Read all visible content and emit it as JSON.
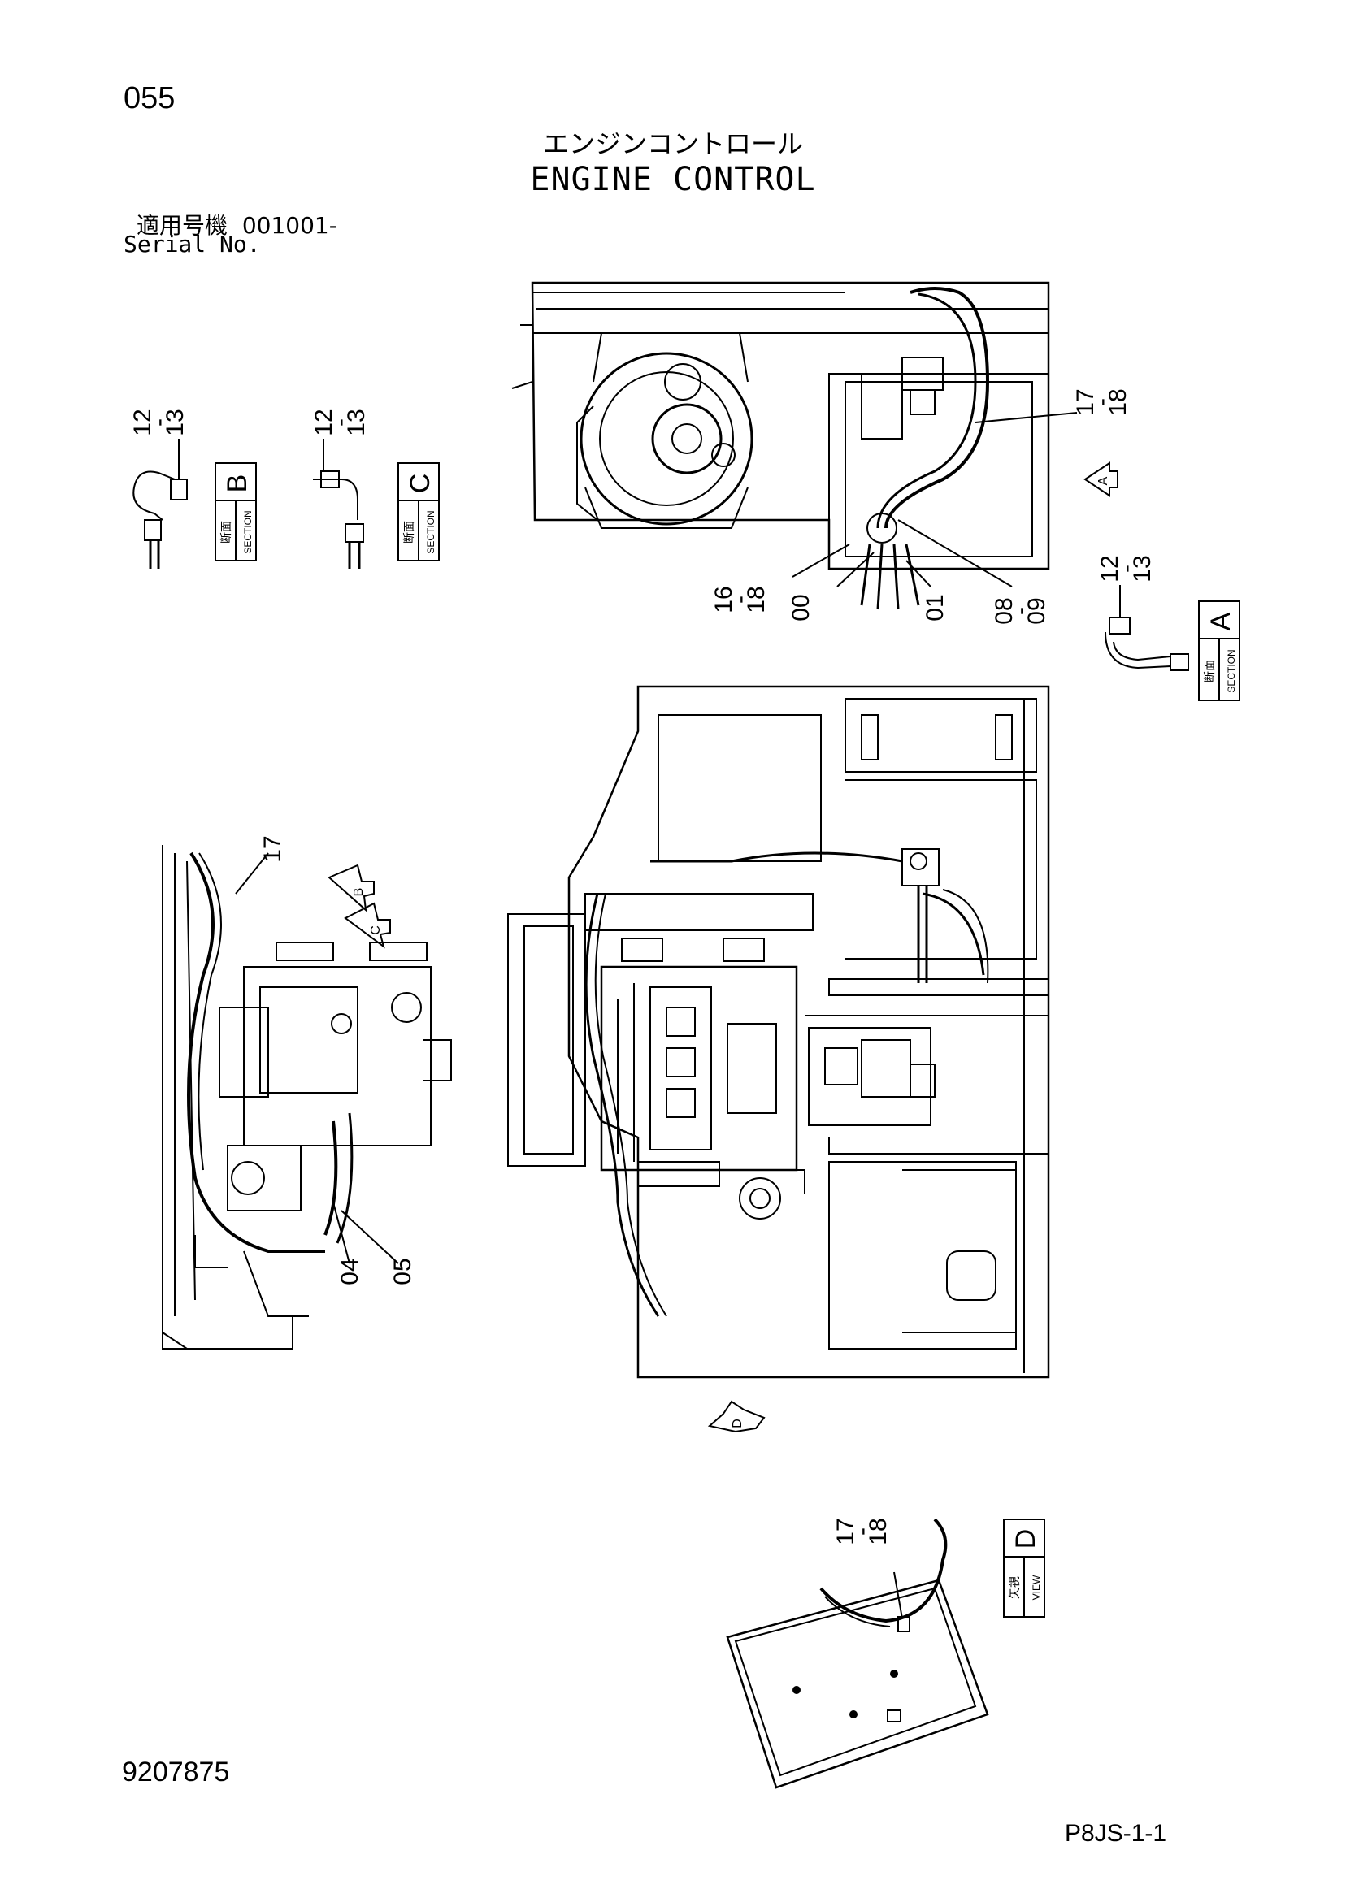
{
  "header": {
    "page_number": "055",
    "title_jp": "エンジンコントロール",
    "title_en": "ENGINE CONTROL",
    "serial_label_jp": "適用号機",
    "serial_value": "001001-",
    "serial_label_en": "Serial No."
  },
  "callouts": {
    "c12_13_b": [
      "12",
      "-",
      "13"
    ],
    "c12_13_c": [
      "12",
      "-",
      "13"
    ],
    "c17_18_top": [
      "17",
      "-",
      "18"
    ],
    "c16_18": [
      "16",
      "-",
      "18"
    ],
    "c00": "00",
    "c01": "01",
    "c08_09": [
      "08",
      "-",
      "09"
    ],
    "c12_13_a": [
      "12",
      "-",
      "13"
    ],
    "c17": "17",
    "c04": "04",
    "c05": "05",
    "c17_18_view": [
      "17",
      "-",
      "18"
    ]
  },
  "sections": {
    "b": {
      "letter": "B",
      "jp": "断面",
      "en": "SECTION"
    },
    "c": {
      "letter": "C",
      "jp": "断面",
      "en": "SECTION"
    },
    "a": {
      "letter": "A",
      "jp": "断面",
      "en": "SECTION"
    },
    "d": {
      "letter": "D",
      "jp": "矢視",
      "en": "VIEW"
    }
  },
  "arrows": {
    "a": "A",
    "b": "B",
    "c": "C",
    "d": "D"
  },
  "footer": {
    "document_number": "9207875",
    "sheet_code": "P8JS-1-1"
  }
}
